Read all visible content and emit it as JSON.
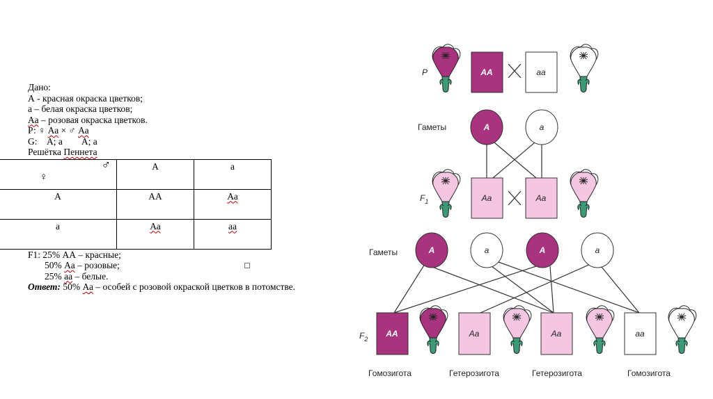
{
  "given": {
    "title": "Дано:",
    "line1": "А - красная окраска цветков;",
    "line2": "а – белая окраска цветков;",
    "line3_gene": "Аа",
    "line3_rest": " – розовая окраска цветков.",
    "p_prefix": "Р: ♀ ",
    "p_female": "Аа",
    "p_cross": " × ♂ ",
    "p_male": "Аа",
    "g_line": "G:    А; а        А; а",
    "punnett_title_a": "Решётка ",
    "punnett_title_b": "Пеннета"
  },
  "punnett": {
    "male_symbol": "♂",
    "female_symbol": "♀",
    "col_headers": [
      "А",
      "а"
    ],
    "rows": [
      {
        "header": "А",
        "cells": [
          "АА",
          "Аа"
        ]
      },
      {
        "header": "а",
        "cells": [
          "Аа",
          "аа"
        ]
      }
    ]
  },
  "results": {
    "f1_prefix": "F1: 25% АА – красные;",
    "r2_pct": "50% ",
    "r2_gene": "Аа",
    "r2_rest": " – розовые;",
    "r3_pct": "25% ",
    "r3_gene": "аа",
    "r3_rest": " – белые.",
    "answer_label": "Ответ:",
    "answer_pct": " 50% ",
    "answer_gene": "Аа",
    "answer_rest": " – особей с розовой окраской цветков в потомстве."
  },
  "diagram": {
    "p_label": "P",
    "f1_label": "F",
    "f1_sub": "1",
    "f2_label": "F",
    "f2_sub": "2",
    "gametes_label_1": "Гаметы",
    "gametes_label_2": "Гаметы",
    "p_genotypes": [
      "АА",
      "аа"
    ],
    "p_gametes": [
      "А",
      "а"
    ],
    "f1_genotypes": [
      "Аа",
      "Аа"
    ],
    "f1_gametes": [
      "А",
      "а",
      "А",
      "а"
    ],
    "f2_genotypes": [
      "АА",
      "Аа",
      "Аа",
      "аа"
    ],
    "f2_captions": [
      "Гомозигота",
      "Гетерозигота",
      "Гетерозигота",
      "Гомозигота"
    ],
    "colors": {
      "dark": "#a8337f",
      "light": "#f4c6e2",
      "white": "#ffffff",
      "stem": "#3e9a76"
    }
  }
}
